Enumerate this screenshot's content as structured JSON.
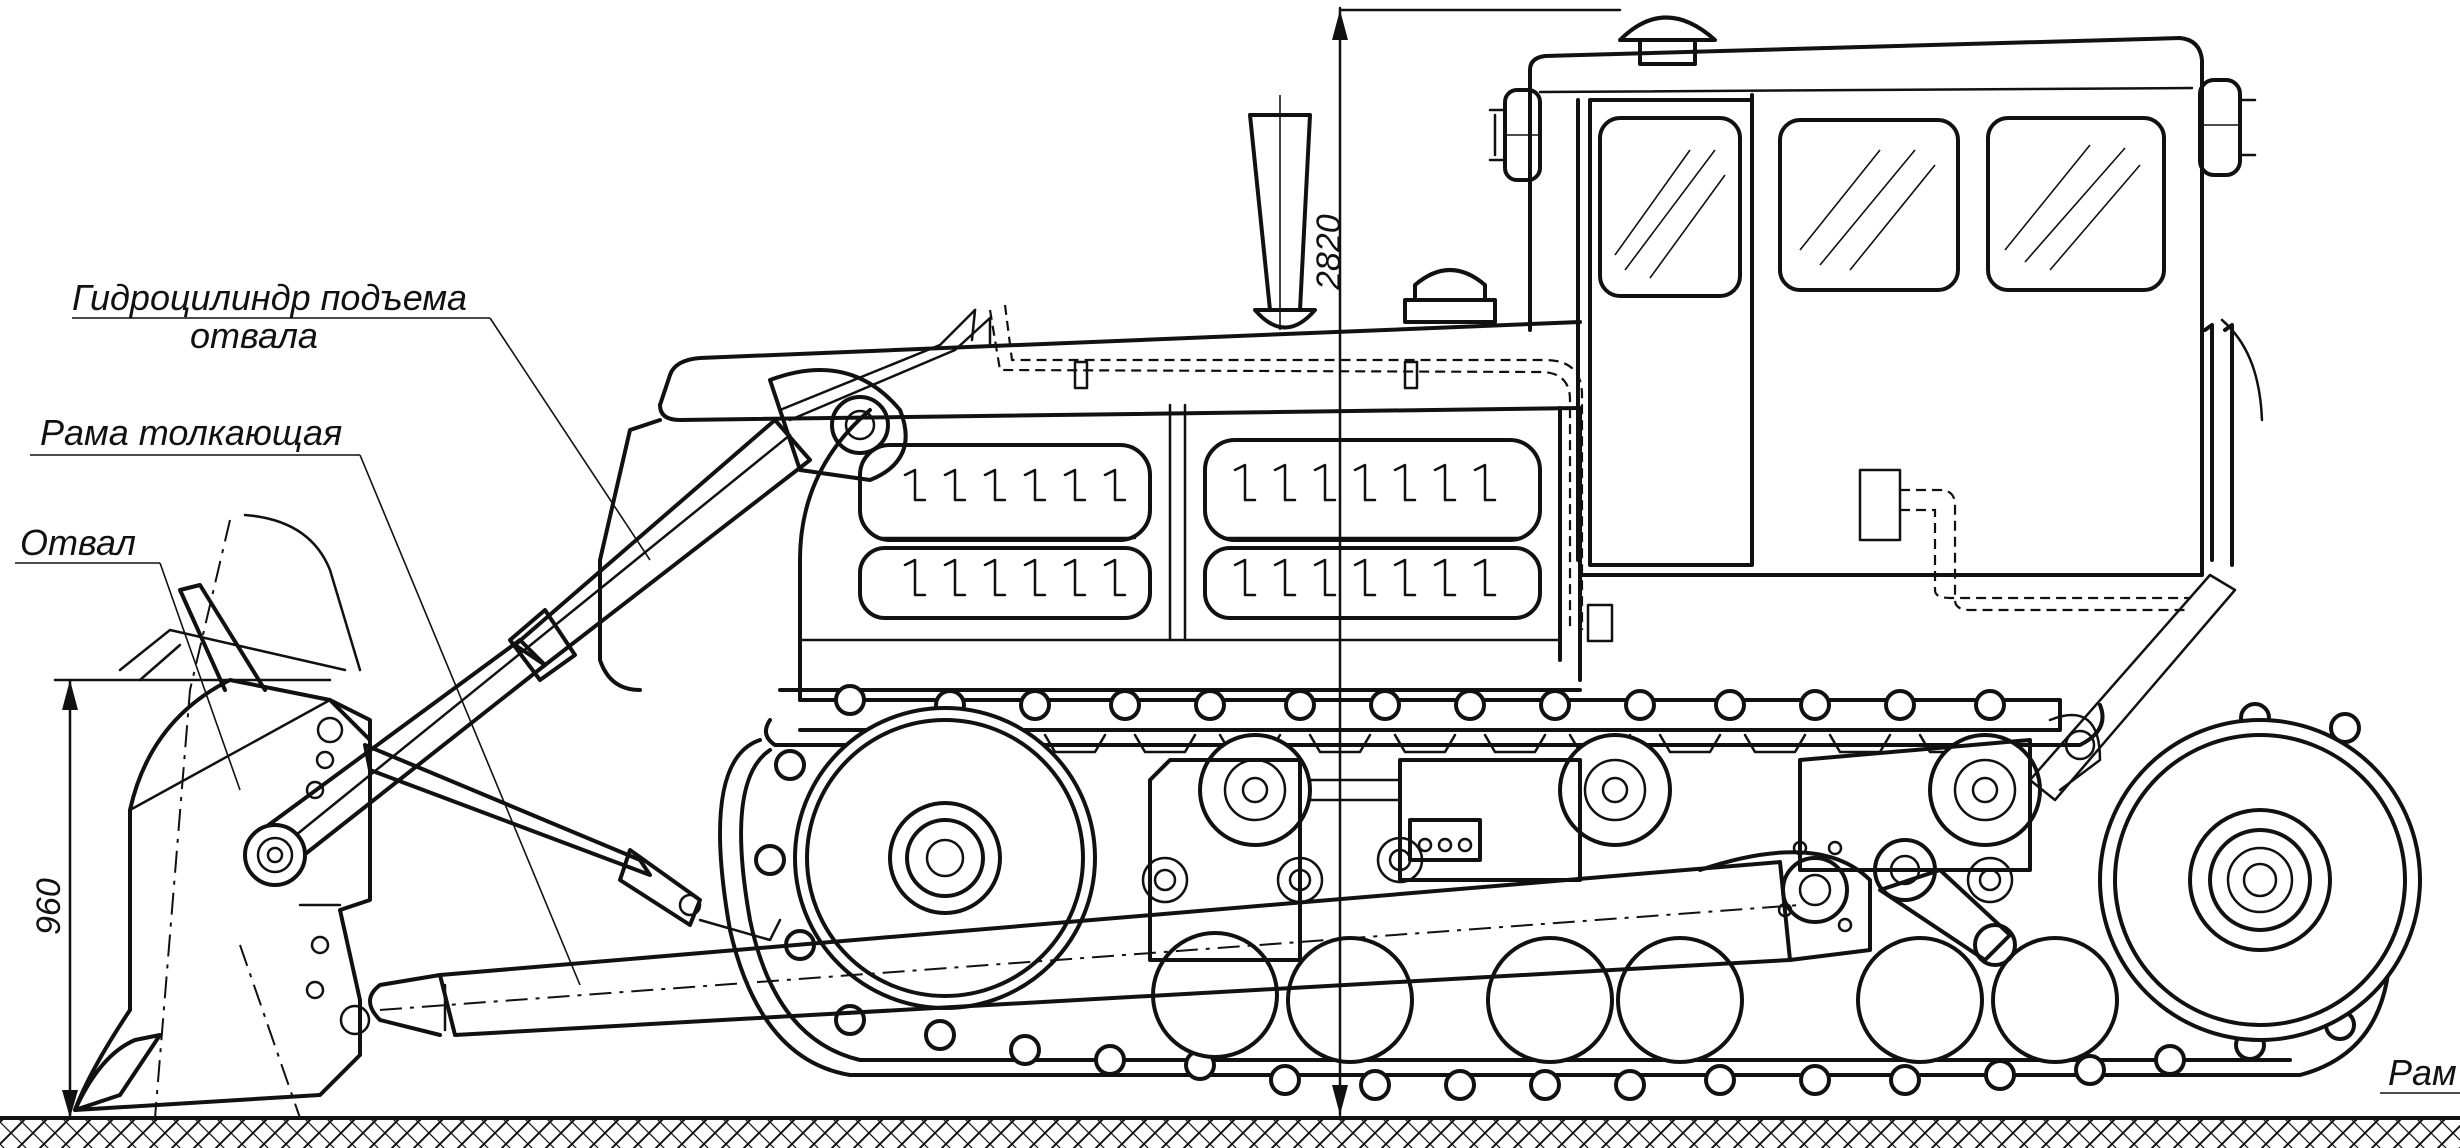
{
  "labels": {
    "lift_cylinder_line1": "Гидроцилиндр подъема",
    "lift_cylinder_line2": "отвала",
    "push_frame": "Рама толкающая",
    "blade": "Отвал",
    "edge_label": "Рам"
  },
  "dimensions": {
    "height_total": "2820",
    "blade_height": "960"
  }
}
